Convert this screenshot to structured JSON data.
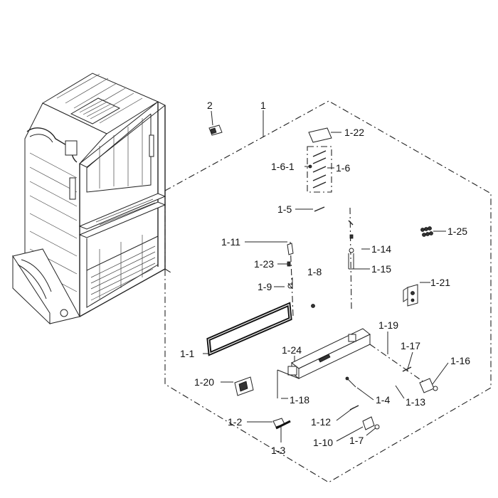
{
  "labels": {
    "l2": "2",
    "l1": "1",
    "l1_22": "1-22",
    "l1_6_1": "1-6-1",
    "l1_6": "1-6",
    "l1_5": "1-5",
    "l1_25": "1-25",
    "l1_11": "1-11",
    "l1_14": "1-14",
    "l1_23": "1-23",
    "l1_8": "1-8",
    "l1_15": "1-15",
    "l1_9": "1-9",
    "l1_21": "1-21",
    "l1_19": "1-19",
    "l1_17": "1-17",
    "l1_16": "1-16",
    "l1_1": "1-1",
    "l1_24": "1-24",
    "l1_20": "1-20",
    "l1_4": "1-4",
    "l1_18": "1-18",
    "l1_13": "1-13",
    "l1_2": "1-2",
    "l1_12": "1-12",
    "l1_10": "1-10",
    "l1_7": "1-7",
    "l1_3": "1-3"
  }
}
